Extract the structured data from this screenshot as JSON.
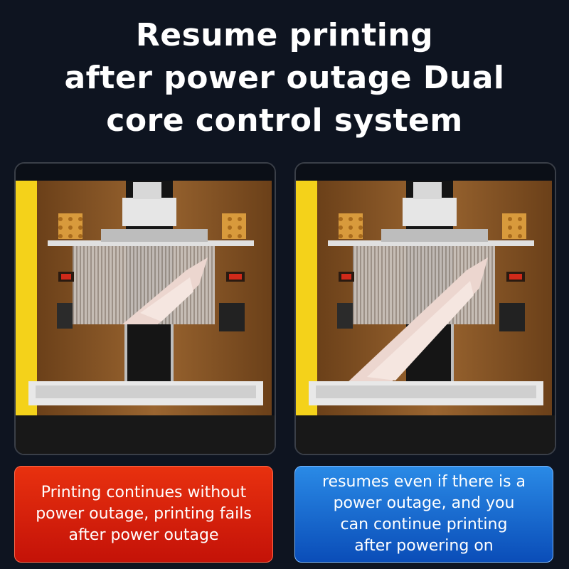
{
  "headline": {
    "line1": "Resume printing",
    "line2": "after power outage Dual",
    "line3": "core control system"
  },
  "captions": {
    "left": {
      "line1": "Printing continues without",
      "line2": "power outage, printing fails",
      "line3": "after power outage",
      "color": "#d8200c"
    },
    "right": {
      "line1": "resumes even if there is a",
      "line2": "power outage, and you",
      "line3": "can continue printing",
      "line4": "after powering on",
      "color": "#1a6fd8"
    }
  },
  "panels": {
    "left": {
      "state": "print-failed",
      "icon": "printer-chamber-icon"
    },
    "right": {
      "state": "print-resumed",
      "icon": "printer-chamber-icon"
    }
  },
  "colors": {
    "background": "#0e1420",
    "chamber": "#8a5a2a",
    "accent_yellow": "#f4d21a"
  }
}
